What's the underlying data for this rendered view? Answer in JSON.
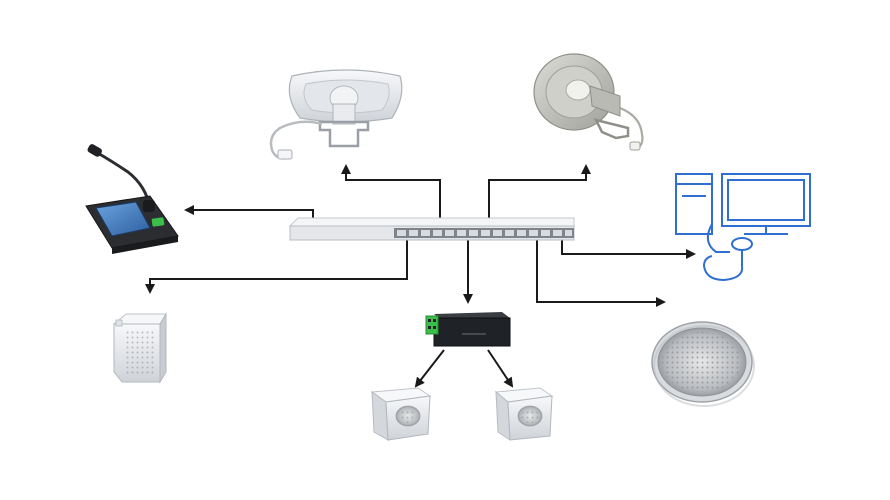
{
  "diagram": {
    "hub": {
      "icon": "network-switch-icon"
    },
    "devices": [
      {
        "id": "horn-speaker-rectangular",
        "icon": "horn-speaker-icon"
      },
      {
        "id": "horn-speaker-round",
        "icon": "horn-speaker-icon"
      },
      {
        "id": "paging-microphone-console",
        "icon": "paging-microphone-icon"
      },
      {
        "id": "computer-workstation",
        "icon": "computer-icon"
      },
      {
        "id": "wall-speaker",
        "icon": "wall-speaker-icon"
      },
      {
        "id": "network-audio-amplifier",
        "icon": "amplifier-icon"
      },
      {
        "id": "ceiling-speaker",
        "icon": "ceiling-speaker-icon"
      },
      {
        "id": "corner-speaker-left",
        "icon": "corner-speaker-icon"
      },
      {
        "id": "corner-speaker-right",
        "icon": "corner-speaker-icon"
      }
    ],
    "colors": {
      "connector": "#1a1a1a",
      "device_body": "#e9ebee",
      "device_shadow": "#c4c8ce",
      "switch_front": "#8a8f96",
      "console_dark": "#2b2d30",
      "screen_blue": "#4a7fbf",
      "accent_green": "#3bbf4a",
      "monitor_blue": "#2f6fd0"
    }
  }
}
